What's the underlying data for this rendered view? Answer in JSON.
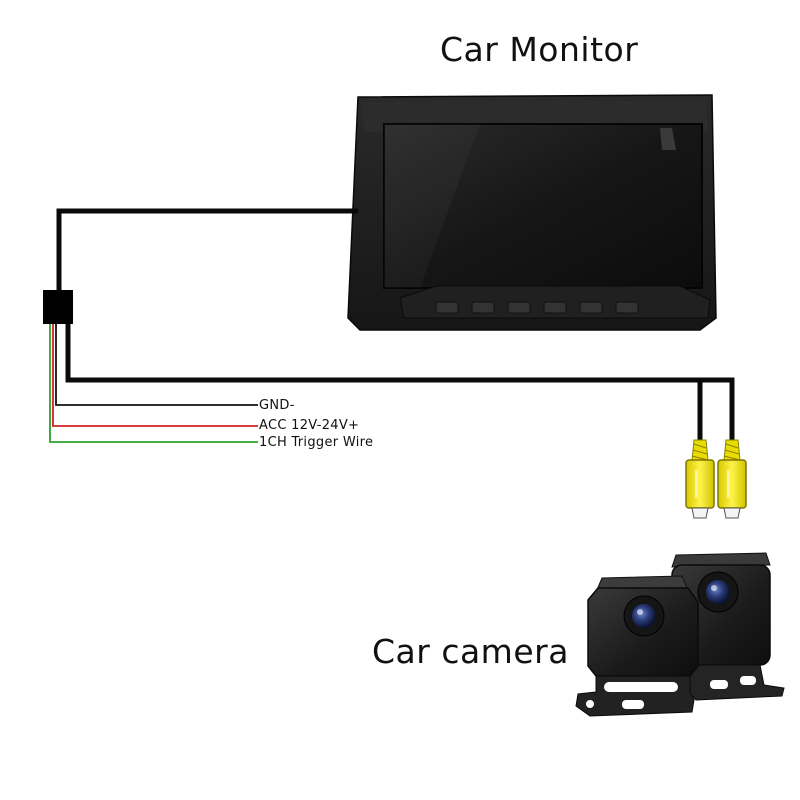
{
  "titles": {
    "monitor": "Car Monitor",
    "camera": "Car camera"
  },
  "wires": {
    "gnd": {
      "label": "GND-",
      "color": "#111111"
    },
    "acc": {
      "label": "ACC 12V-24V+",
      "color": "#d42020"
    },
    "trigger": {
      "label": "1CH Trigger Wire",
      "color": "#2ca02c"
    }
  },
  "icons": [
    "car-monitor-icon",
    "car-camera-icon",
    "rca-connector-icon",
    "junction-box-icon"
  ],
  "colors": {
    "connector_yellow": "#f2e400",
    "monitor_body": "#1c1c1c",
    "camera_lens": "#2a3d7a"
  }
}
